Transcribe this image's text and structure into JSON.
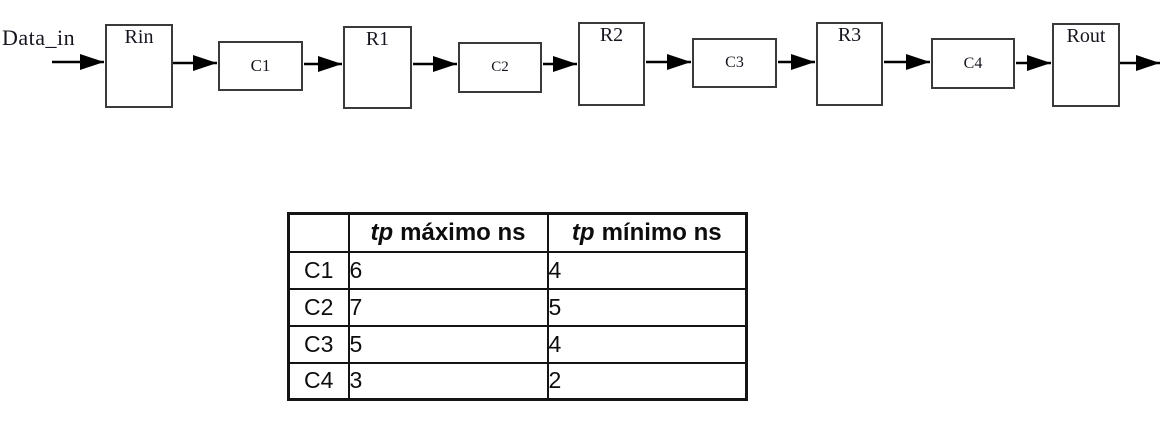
{
  "diagram": {
    "input_label": "Data_in",
    "registers": [
      {
        "label": "Rin"
      },
      {
        "label": "R1"
      },
      {
        "label": "R2"
      },
      {
        "label": "R3"
      },
      {
        "label": "Rout"
      }
    ],
    "combinational_blocks": [
      {
        "label": "C1"
      },
      {
        "label": "C2"
      },
      {
        "label": "C3"
      },
      {
        "label": "C4"
      }
    ],
    "icons": {
      "clock_input": "clock-edge-chevron",
      "signal": "filled-right-arrow"
    }
  },
  "table": {
    "header": {
      "corner": "",
      "tp_label": "tp",
      "max_label": "máximo ns",
      "min_label": "mínimo ns"
    },
    "rows": [
      {
        "name": "C1",
        "max": "6",
        "min": "4"
      },
      {
        "name": "C2",
        "max": "7",
        "min": "5"
      },
      {
        "name": "C3",
        "max": "5",
        "min": "4"
      },
      {
        "name": "C4",
        "max": "3",
        "min": "2"
      }
    ]
  },
  "colors": {
    "ink": "#15151f",
    "box-border": "#3a3a3a",
    "table-border": "#141414",
    "page-bg": "#ffffff"
  }
}
